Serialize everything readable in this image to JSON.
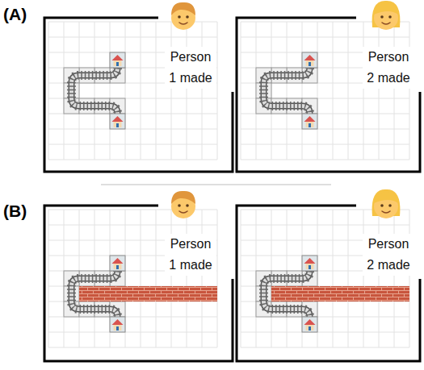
{
  "diagram": {
    "nodes": [
      {
        "text": [
          "Person 1 made"
        ]
      },
      {
        "text": [
          "Person 2 made"
        ]
      },
      {
        "text": [
          "Person 1 made"
        ]
      },
      {
        "text": [
          "Person 2 made"
        ]
      }
    ],
    "labels": [
      "(A)",
      "(B)"
    ]
  }
}
